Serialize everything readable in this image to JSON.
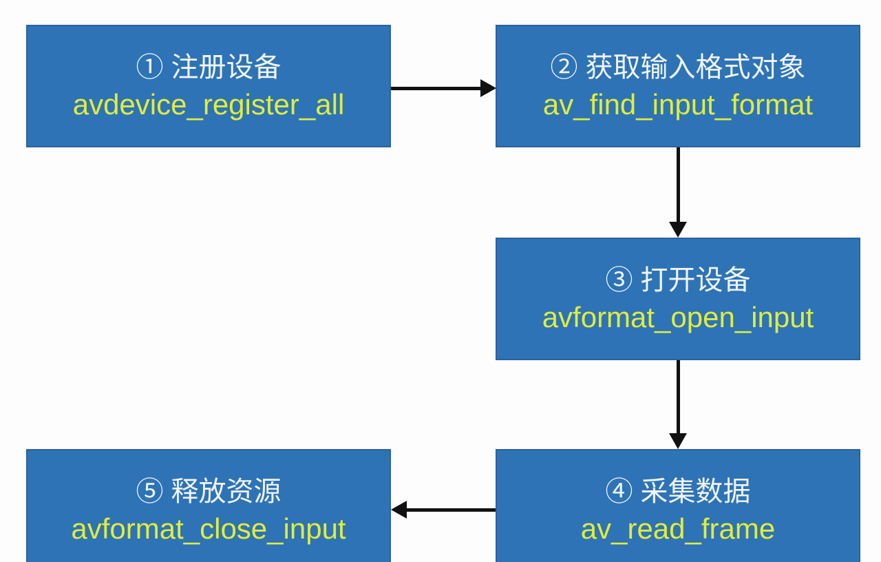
{
  "diagram": {
    "description": "FFmpeg device capture flow",
    "colors": {
      "background": "#FDFDFD",
      "box_fill": "#2E73B5",
      "box_border": "#2A62A0",
      "title_text": "#EFF5FC",
      "function_text": "#DFED3E",
      "arrow": "#111111"
    },
    "boxes": [
      {
        "id": "step-1",
        "title": "① 注册设备",
        "func": "avdevice_register_all"
      },
      {
        "id": "step-2",
        "title": "② 获取输入格式对象",
        "func": "av_find_input_format"
      },
      {
        "id": "step-3",
        "title": "③ 打开设备",
        "func": "avformat_open_input"
      },
      {
        "id": "step-4",
        "title": "④ 采集数据",
        "func": "av_read_frame"
      },
      {
        "id": "step-5",
        "title": "⑤ 释放资源",
        "func": "avformat_close_input"
      }
    ],
    "arrows": [
      {
        "from": "step-1",
        "to": "step-2",
        "direction": "right"
      },
      {
        "from": "step-2",
        "to": "step-3",
        "direction": "down"
      },
      {
        "from": "step-3",
        "to": "step-4",
        "direction": "down"
      },
      {
        "from": "step-4",
        "to": "step-5",
        "direction": "left"
      }
    ]
  }
}
